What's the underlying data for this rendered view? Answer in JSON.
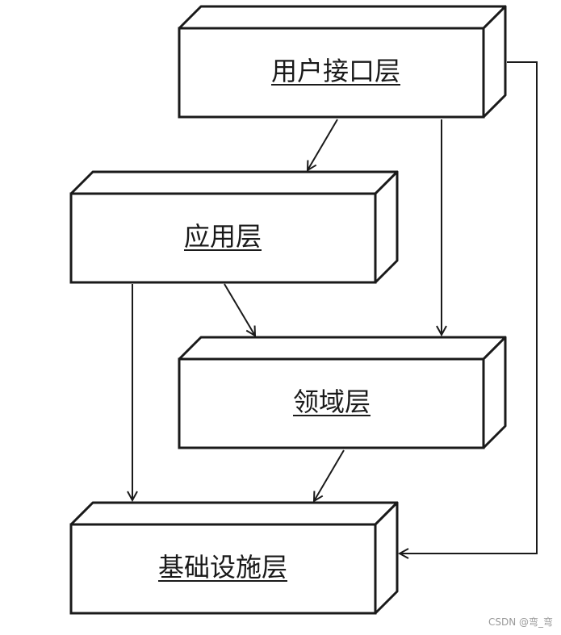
{
  "layers": {
    "user_interface": "用户接口层",
    "application": "应用层",
    "domain": "领域层",
    "infrastructure": "基础设施层"
  },
  "watermark": "CSDN @弯_弯",
  "colors": {
    "stroke": "#1a1a1a",
    "fill": "#ffffff",
    "watermark": "#9a9a9a"
  }
}
